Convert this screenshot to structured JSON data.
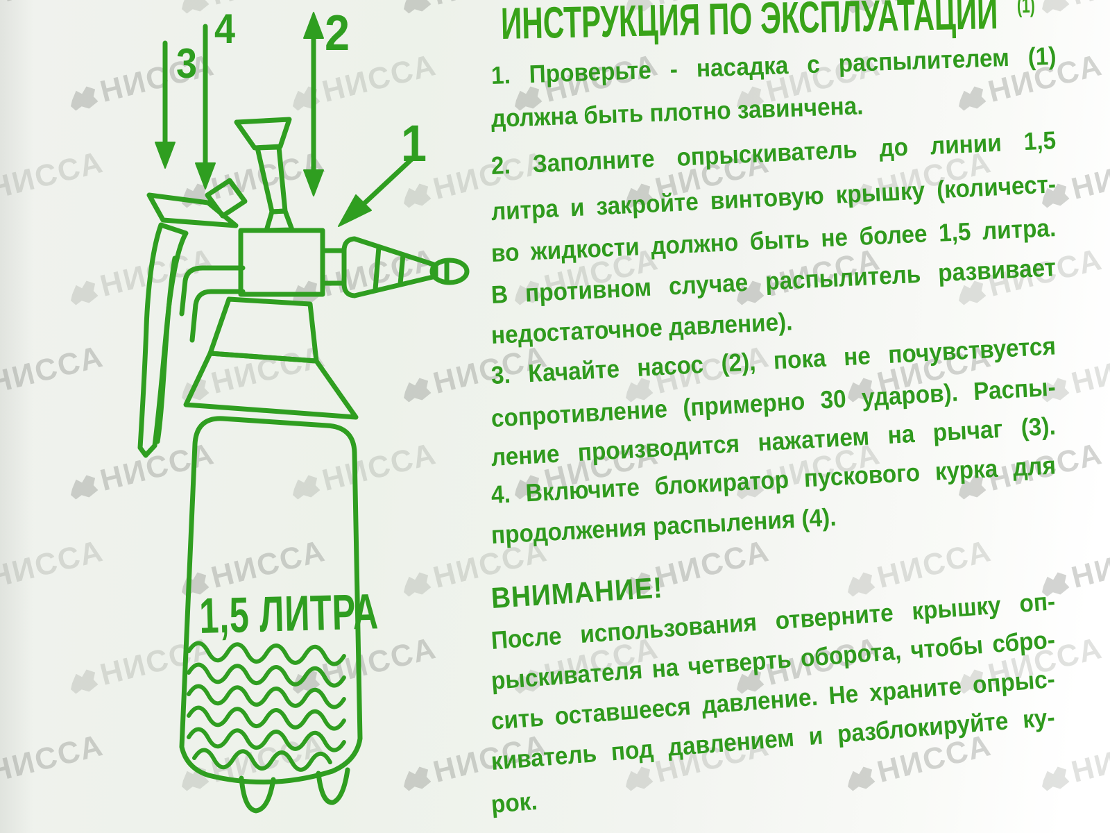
{
  "label": {
    "title": "ИНСТРУКЦИЯ ПО ЭКСПЛУАТАЦИИ",
    "title_note": "(1)",
    "lines": [
      "1. Проверьте - насадка с распылителем (1)",
      "должна быть плотно завинчена.",
      "2. Заполните опрыскиватель до линии 1,5",
      "литра и закройте винтовую крышку (количест-",
      "во жидкости должно быть не более 1,5 литра.",
      "В противном случае распылитель развивает",
      "недостаточное давление).",
      "3. Качайте насос (2), пока не почувствуется",
      "сопротивление (примерно 30 ударов). Распы-",
      "ление производится нажатием на рычаг (3).",
      "4. Включите блокиратор пускового курка для",
      "продолжения распыления (4).",
      "ВНИМАНИЕ!",
      "После использования отверните крышку оп-",
      "рыскивателя на четверть оборота, чтобы сбро-",
      "сить оставшееся давление. Не храните опрыс-",
      "киватель под давлением и разблокируйте ку-",
      "рок."
    ]
  },
  "diagram": {
    "volume_label": "1,5 ЛИТРА",
    "callouts": [
      "1",
      "2",
      "3",
      "4"
    ]
  },
  "watermark": {
    "text": "НИССА"
  },
  "colors": {
    "print_green": "#2f9e20",
    "text_green": "#2f9a1d",
    "watermark_gray": "#80847e"
  }
}
